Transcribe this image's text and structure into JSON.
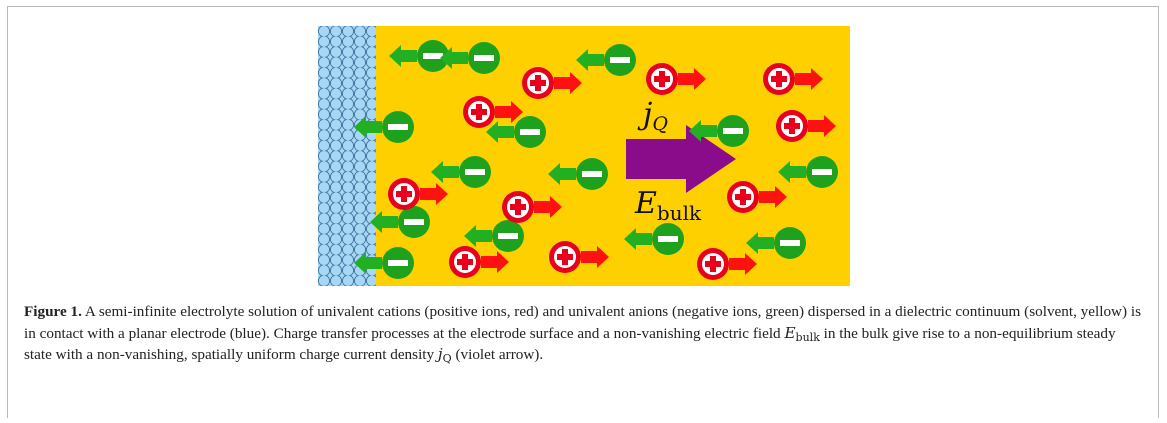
{
  "figure": {
    "label_jq_main": "j",
    "label_jq_sub": "Q",
    "label_e_main": "E",
    "label_e_sub": "bulk",
    "colors": {
      "electrode": "#a6d8f5",
      "electrode_lines": "#3a6a96",
      "solvent": "#ffd000",
      "cation": "#e8001d",
      "anion": "#1ea21e",
      "cation_arrow": "#ff1111",
      "anion_arrow": "#22b022",
      "current_arrow": "#8a0c8a"
    },
    "cation_symbol": "plus",
    "anion_symbol": "minus"
  },
  "caption": {
    "label": "Figure 1.",
    "part1": " A semi-infinite electrolyte solution of univalent cations (positive ions, red) and univalent anions (negative ions, green) dispersed in a dielectric continuum (solvent, yellow) is in contact with a planar electrode (blue). Charge transfer processes at the electrode surface and a non-vanishing electric field ",
    "e_main": "E",
    "e_sub": "bulk",
    "part2": " in the bulk give rise to a non-equilibrium steady state with a non-vanishing, spatially uniform charge current density ",
    "j_main": "j",
    "j_sub": "Q",
    "part3": " (violet arrow)."
  }
}
